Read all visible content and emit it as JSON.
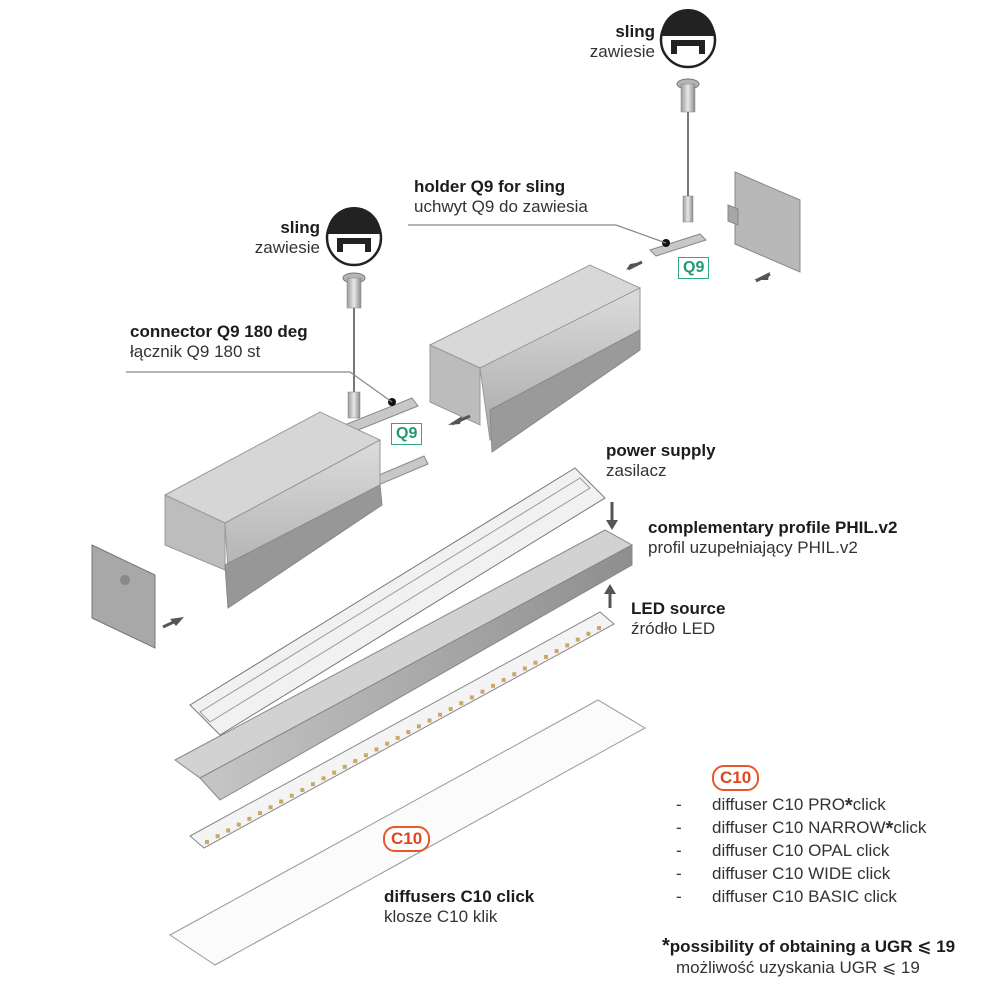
{
  "labels": {
    "sling_top": {
      "en": "sling",
      "pl": "zawiesie"
    },
    "holder": {
      "en": "holder Q9 for sling",
      "pl": "uchwyt Q9 do zawiesia"
    },
    "sling_left": {
      "en": "sling",
      "pl": "zawiesie"
    },
    "connector": {
      "en": "connector Q9 180 deg",
      "pl": "łącznik Q9 180 st"
    },
    "power": {
      "en": "power supply",
      "pl": "zasilacz"
    },
    "compl": {
      "en": "complementary profile PHIL.v2",
      "pl": "profil uzupełniający PHIL.v2"
    },
    "led": {
      "en": "LED source",
      "pl": "źródło LED"
    },
    "diffusers": {
      "en": "diffusers C10 click",
      "pl": "klosze C10 klik"
    }
  },
  "badges": {
    "q9": "Q9",
    "c10": "C10"
  },
  "diffuser_list": {
    "title": "C10",
    "items": [
      {
        "dash": "-",
        "text": "diffuser C10 PRO",
        "star": "*",
        "suffix": "click"
      },
      {
        "dash": "-",
        "text": "diffuser C10 NARROW",
        "star": "*",
        "suffix": "click"
      },
      {
        "dash": "-",
        "text": "diffuser C10 OPAL click",
        "star": "",
        "suffix": ""
      },
      {
        "dash": "-",
        "text": "diffuser C10 WIDE click",
        "star": "",
        "suffix": ""
      },
      {
        "dash": "-",
        "text": "diffuser C10 BASIC click",
        "star": "",
        "suffix": ""
      }
    ]
  },
  "footnote": {
    "star": "*",
    "en": "possibility of obtaining a UGR ⩽ 19",
    "pl": "możliwość uzyskania UGR ⩽ 19"
  },
  "colors": {
    "q9_badge": "#2aa880",
    "c10_badge": "#e8572a"
  }
}
